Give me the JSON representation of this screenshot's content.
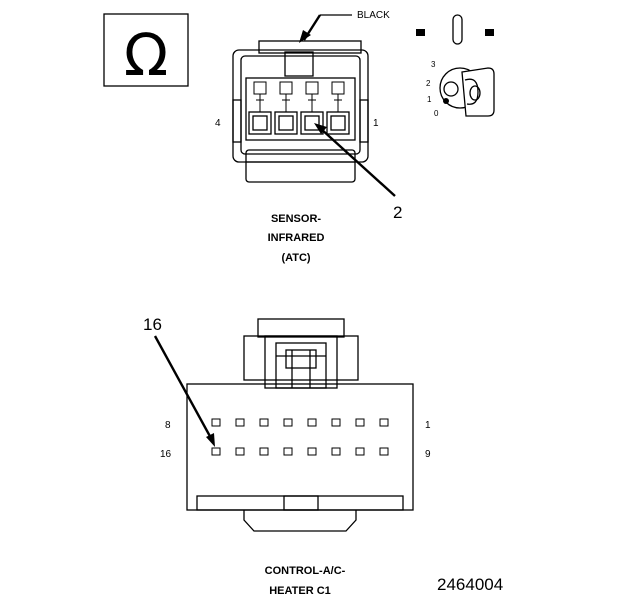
{
  "legend": {
    "ohm_symbol": "Ω",
    "icons": [
      "ohm-icon",
      "ignition-key-icon",
      "switch-icon"
    ]
  },
  "ignition": {
    "positions": [
      "3",
      "2",
      "1",
      "0"
    ]
  },
  "sensor_connector": {
    "color_label": "BLACK",
    "cavity_left": "4",
    "cavity_right": "1",
    "callout_cavity": "2",
    "caption_lines": [
      "SENSOR-",
      "INFRARED",
      "(ATC)"
    ]
  },
  "control_connector": {
    "callout_cavity": "16",
    "top_row_left": "8",
    "top_row_right": "1",
    "bottom_row_left": "16",
    "bottom_row_right": "9",
    "caption_lines": [
      "CONTROL-A/C-",
      "HEATER C1"
    ]
  },
  "figure_number": "2464004",
  "colors": {
    "line": "#000000",
    "background": "#ffffff"
  }
}
